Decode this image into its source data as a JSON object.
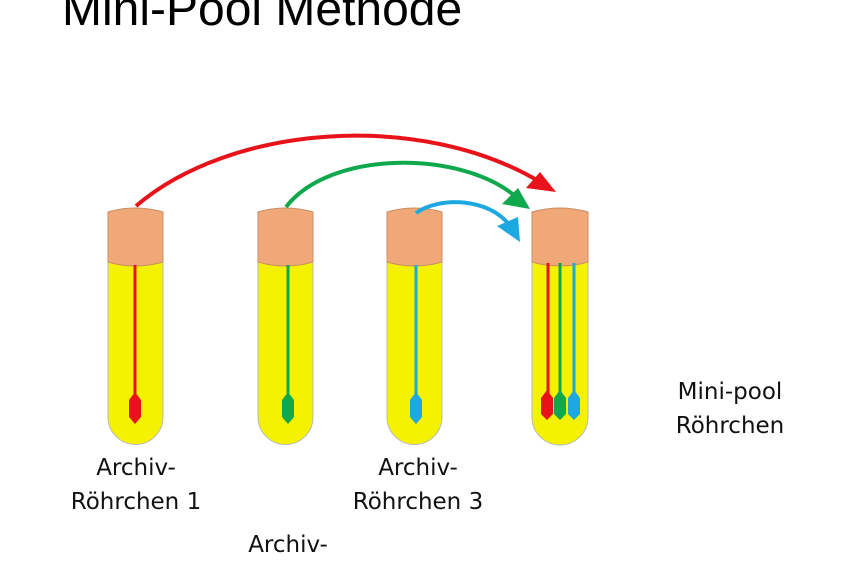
{
  "title": "Mini-Pool Methode",
  "colors": {
    "tube_fill": "#f5f200",
    "cap_fill": "#f1a878",
    "red": "#e8131a",
    "green": "#10a84c",
    "blue": "#1ca8e0"
  },
  "tubes": [
    {
      "name": "archive-tube-1",
      "color": "red",
      "label_line1": "Archiv-",
      "label_line2": "Röhrchen 1"
    },
    {
      "name": "archive-tube-2",
      "color": "green",
      "label_line1": "Archiv-",
      "label_line2": ""
    },
    {
      "name": "archive-tube-3",
      "color": "blue",
      "label_line1": "Archiv-",
      "label_line2": "Röhrchen 3"
    }
  ],
  "pool_tube": {
    "label_line1": "Mini-pool",
    "label_line2": "Röhrchen"
  }
}
